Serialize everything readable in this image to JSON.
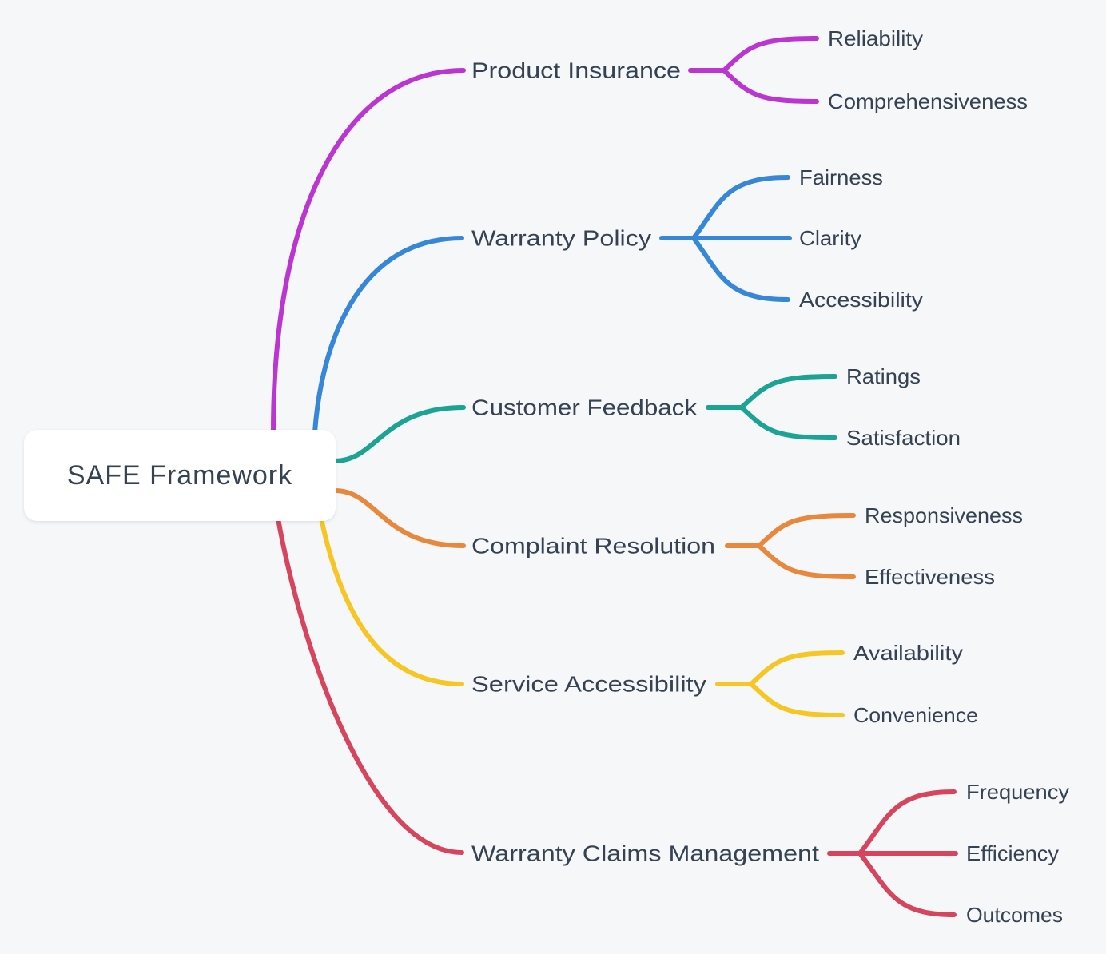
{
  "diagram": {
    "type": "mindmap",
    "canvas_background": "#f6f7f9",
    "text_color": "#344251",
    "root": {
      "label": "SAFE Framework"
    },
    "branches": [
      {
        "label": "Product Insurance",
        "color": "#bb36d1",
        "children": [
          "Reliability",
          "Comprehensiveness"
        ]
      },
      {
        "label": "Warranty Policy",
        "color": "#3787d8",
        "children": [
          "Fairness",
          "Clarity",
          "Accessibility"
        ]
      },
      {
        "label": "Customer Feedback",
        "color": "#1ba394",
        "children": [
          "Ratings",
          "Satisfaction"
        ]
      },
      {
        "label": "Complaint Resolution",
        "color": "#e8883c",
        "children": [
          "Responsiveness",
          "Effectiveness"
        ]
      },
      {
        "label": "Service Accessibility",
        "color": "#f6c625",
        "children": [
          "Availability",
          "Convenience"
        ]
      },
      {
        "label": "Warranty Claims Management",
        "color": "#d6455d",
        "children": [
          "Frequency",
          "Efficiency",
          "Outcomes"
        ]
      }
    ]
  }
}
